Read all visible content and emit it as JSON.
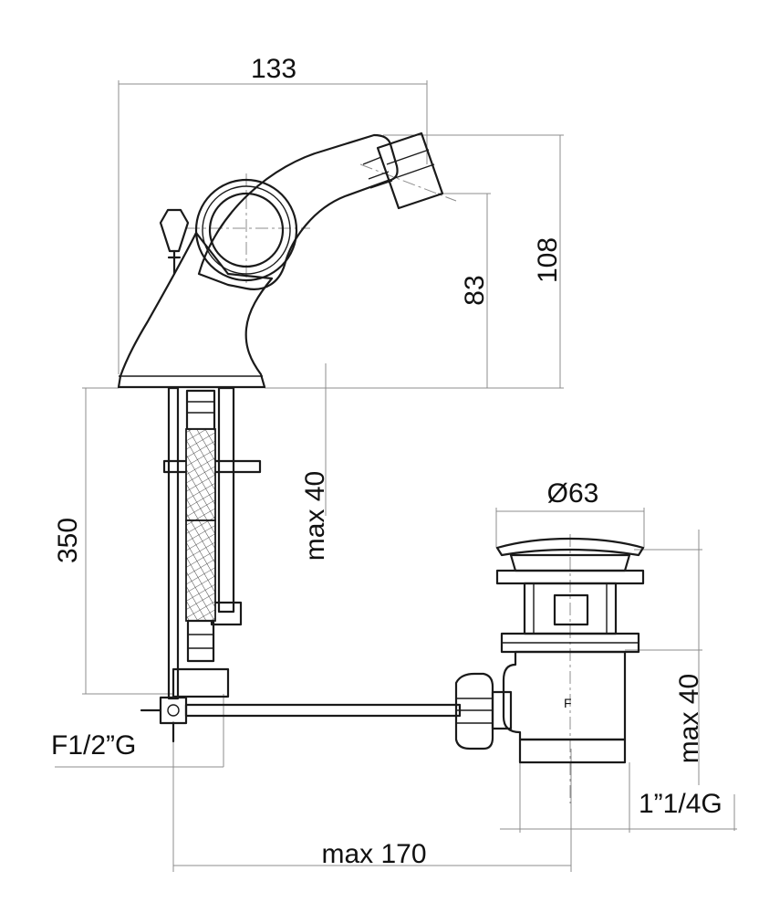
{
  "drawing": {
    "dimensions": {
      "overall_width": "133",
      "spout_height": "83",
      "overall_height": "108",
      "supply_length": "350",
      "max_thickness_mixer": "max 40",
      "waste_diameter": "Ø63",
      "max_thickness_waste": "max 40",
      "supply_thread": "F1/2”G",
      "waste_thread": "1”1/4G",
      "max_rod_length": "max 170"
    },
    "waste_mark": "F"
  }
}
